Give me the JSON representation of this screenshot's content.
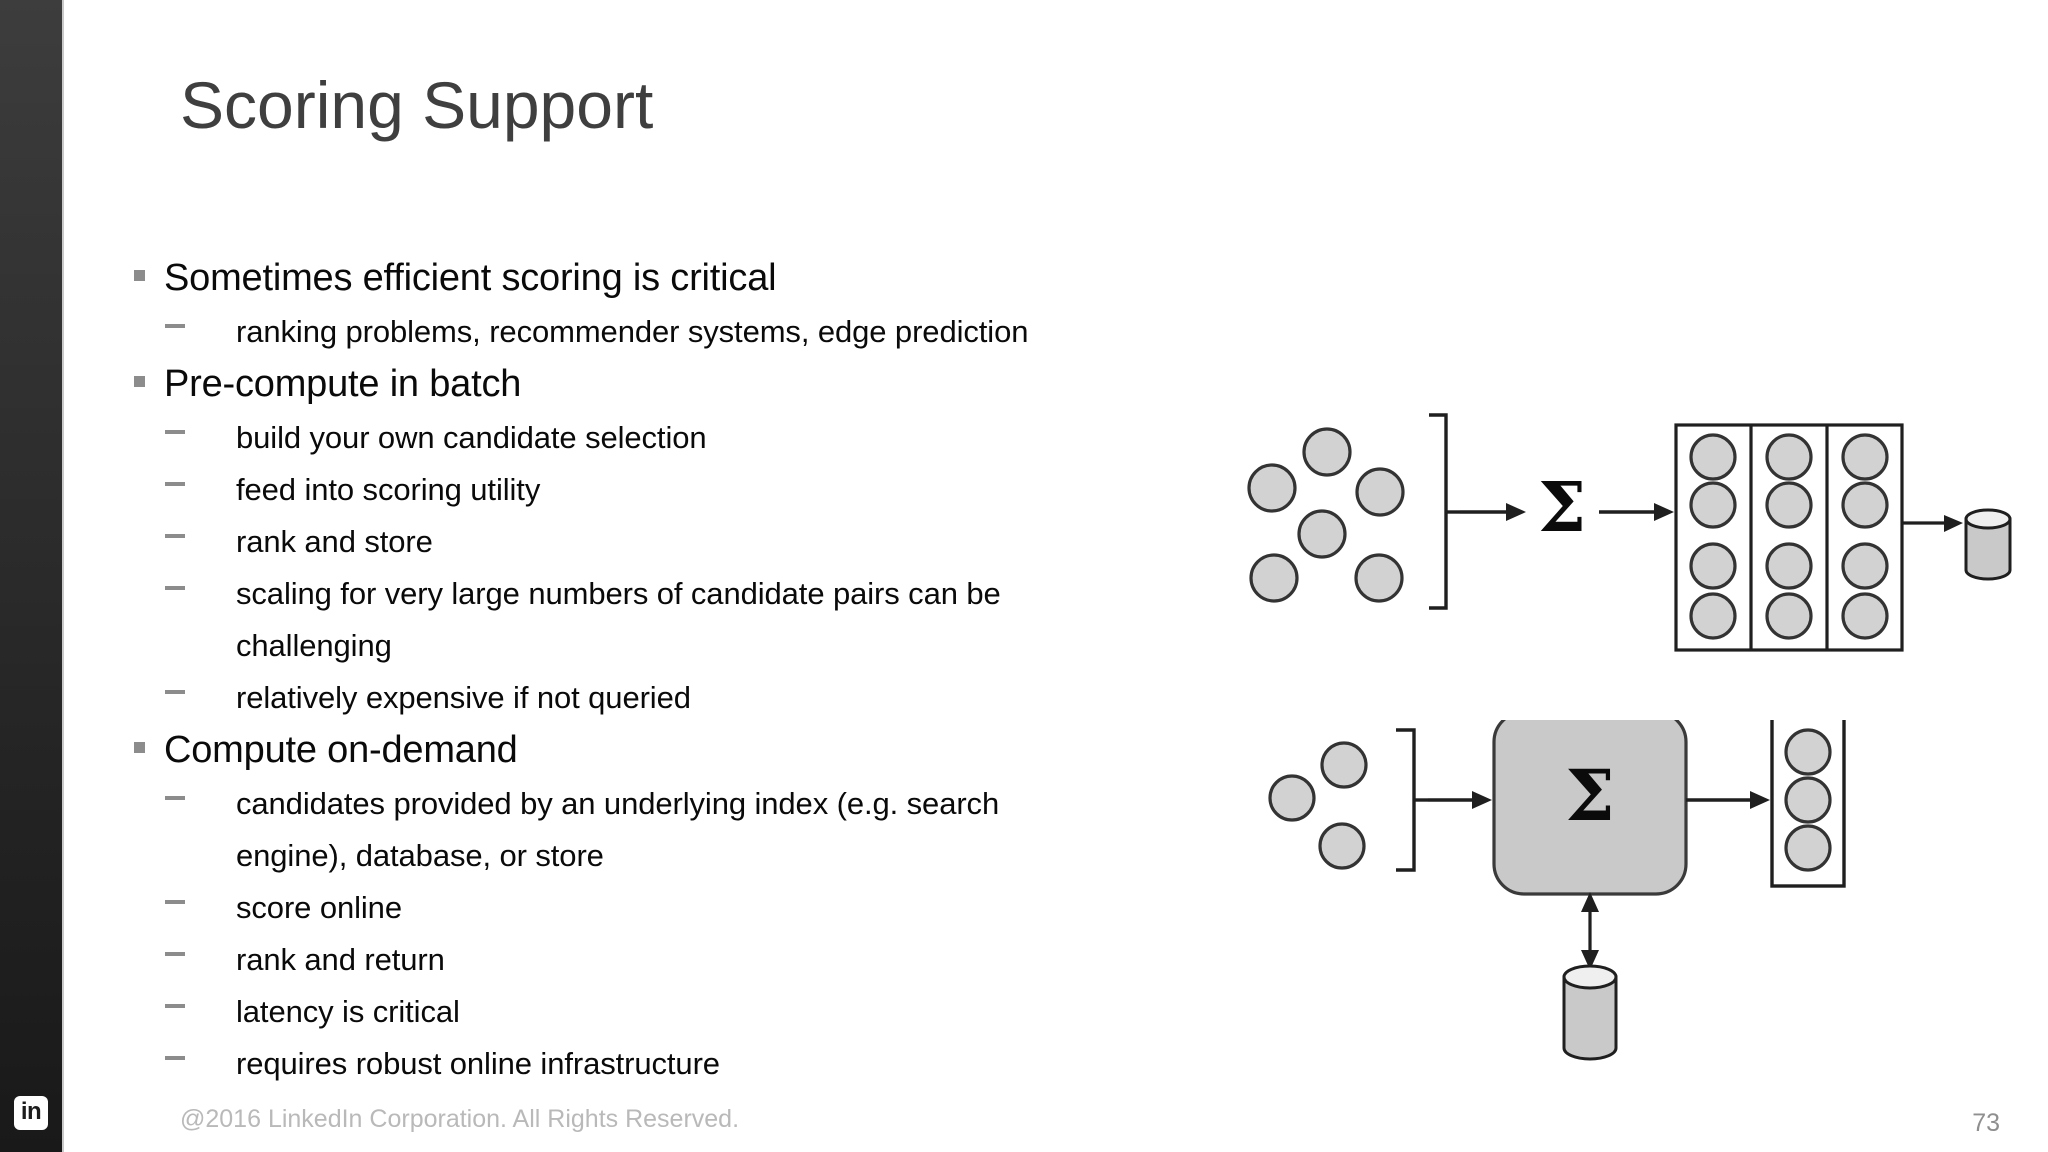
{
  "slide": {
    "title": "Scoring Support",
    "page_number": "73",
    "footer": "@2016 LinkedIn Corporation. All Rights Reserved.",
    "brand_logo_text": "in"
  },
  "colors": {
    "rail_top": "#3d3d3d",
    "rail_bottom": "#191919",
    "title": "#3f3f3f",
    "body_text": "#0a0a0a",
    "bullet_marker": "#8c8c8c",
    "footer_text": "#b9b9b9",
    "page_number_text": "#8f8f8f",
    "node_fill": "#d2d2d2",
    "node_stroke": "#333333",
    "box_fill": "#ffffff",
    "box_stroke": "#1f1f1f",
    "process_fill": "#c9c9c9",
    "cylinder_fill": "#c9c9c9",
    "cylinder_top_fill": "#efefef"
  },
  "content": {
    "bullets": [
      {
        "level": 1,
        "text": "Sometimes efficient scoring is critical"
      },
      {
        "level": 2,
        "text": "ranking problems, recommender systems, edge prediction"
      },
      {
        "level": 1,
        "text": "Pre-compute in batch"
      },
      {
        "level": 2,
        "text": "build your own candidate selection"
      },
      {
        "level": 2,
        "text": "feed into scoring utility"
      },
      {
        "level": 2,
        "text": "rank and store"
      },
      {
        "level": 2,
        "text": "scaling for very large numbers of candidate pairs can be challenging"
      },
      {
        "level": 2,
        "text": "relatively expensive if not queried"
      },
      {
        "level": 1,
        "text": "Compute on-demand"
      },
      {
        "level": 2,
        "text": "candidates provided by an underlying index (e.g. search engine), database, or store"
      },
      {
        "level": 2,
        "text": "score online"
      },
      {
        "level": 2,
        "text": "rank and return"
      },
      {
        "level": 2,
        "text": "latency is critical"
      },
      {
        "level": 2,
        "text": "requires robust online infrastructure"
      }
    ]
  },
  "diagrams": {
    "batch": {
      "name": "pre-compute-in-batch-diagram",
      "sigma_symbol": "Σ",
      "candidate_cloud_count": 6,
      "result_table": {
        "columns": 3,
        "rows": 4,
        "cells": 12
      },
      "store_shape": "cylinder",
      "arrows": 2,
      "bracket": "right-facing"
    },
    "online": {
      "name": "compute-on-demand-diagram",
      "sigma_symbol": "Σ",
      "candidate_cloud_count": 3,
      "output_column": {
        "columns": 1,
        "rows": 3,
        "cells": 3
      },
      "store_shape": "cylinder",
      "arrows": 3,
      "bracket": "right-facing",
      "store_link": "bidirectional"
    }
  }
}
